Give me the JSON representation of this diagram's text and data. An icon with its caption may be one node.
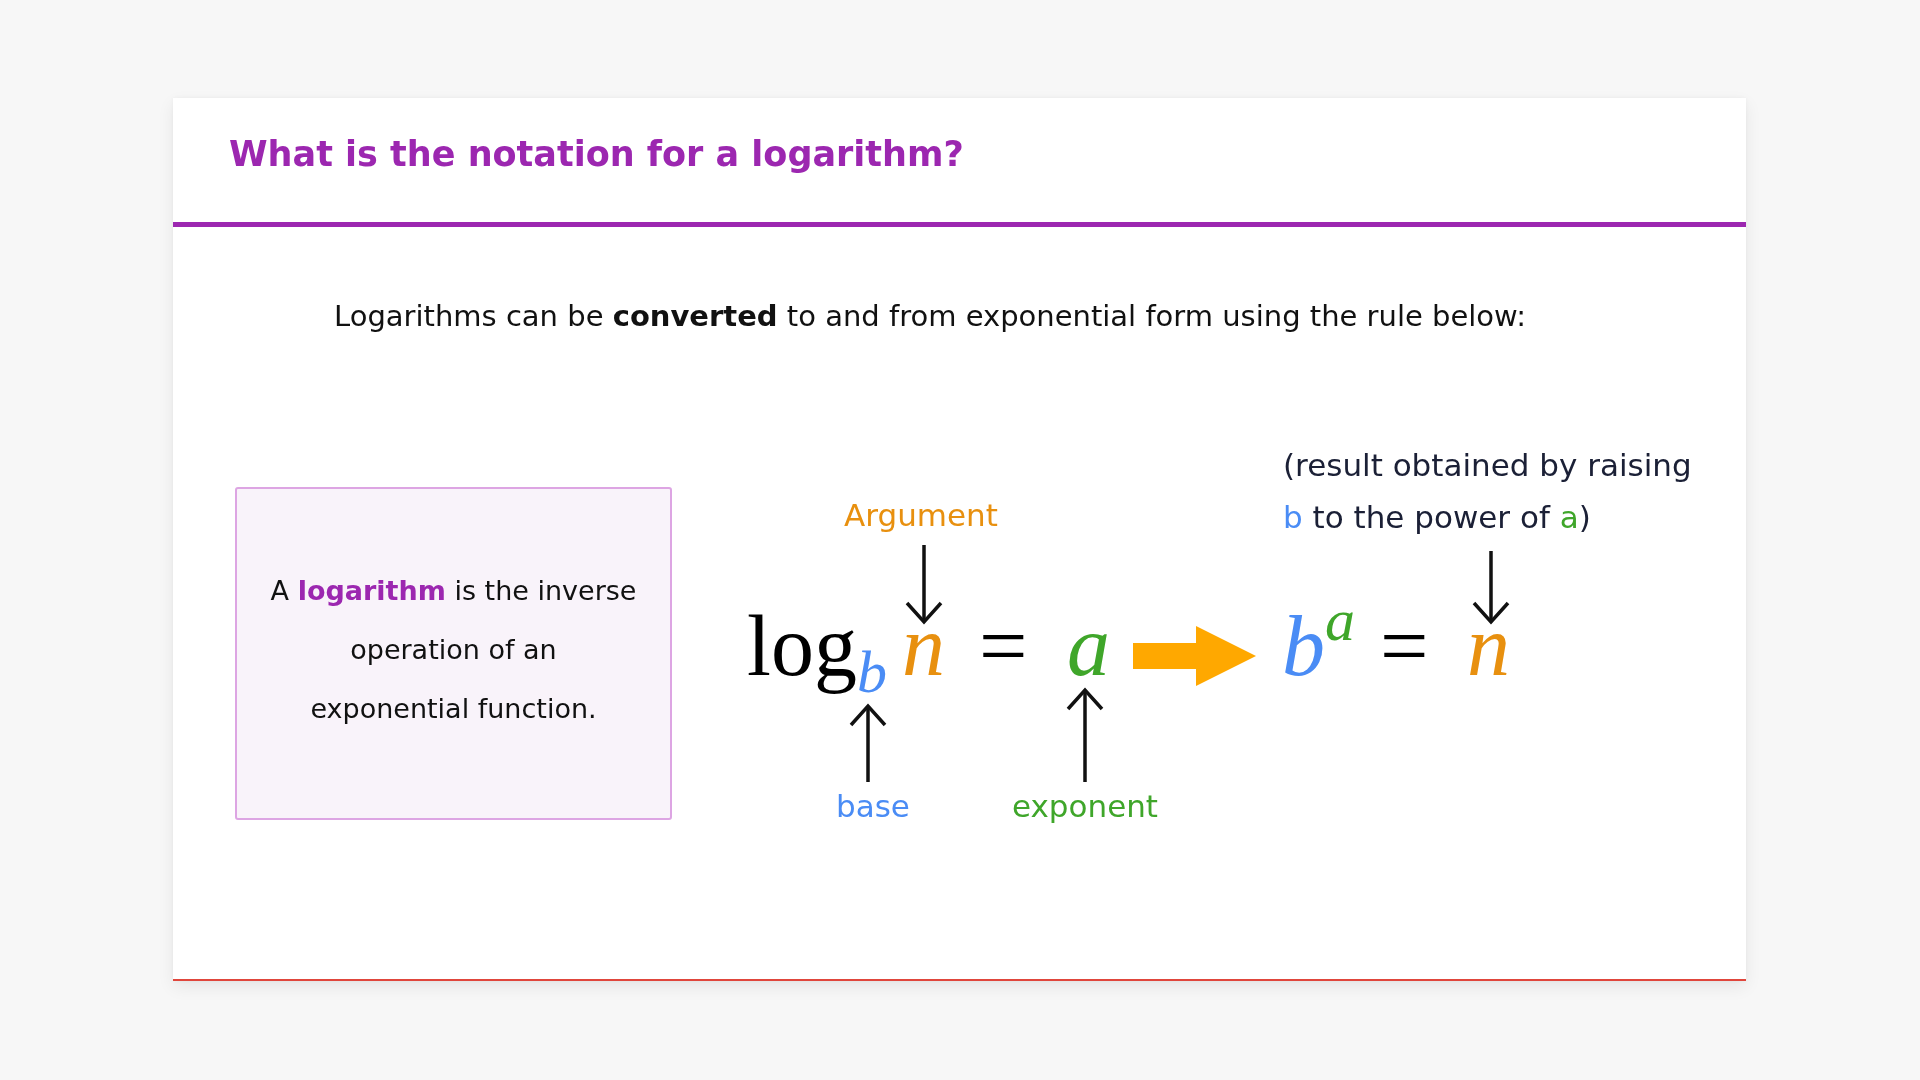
{
  "diagram": {
    "title": "What is the notation for a logarithm?",
    "nodes": [
      {
        "text": [
          "A **logarithm** is the inverse operation of an exponential function."
        ]
      },
      {
        "text": [
          "(result obtained by raising *b* to the power of *a*)"
        ]
      },
      {
        "text": [
          "Argument"
        ]
      },
      {
        "text": [
          "b"
        ]
      },
      {
        "text": [
          "n"
        ]
      },
      {
        "text": [
          "a"
        ]
      },
      {
        "text": [
          "b$^{a}$"
        ]
      },
      {
        "text": [
          "n"
        ]
      },
      {
        "text": [
          "base"
        ]
      },
      {
        "text": [
          "exponent"
        ]
      }
    ],
    "edges": [
      {
        "from": 2,
        "to": 4,
        "arrow": "to"
      },
      {
        "from": 1,
        "to": 7,
        "arrow": "to"
      },
      {
        "from": 5,
        "to": 6,
        "arrow": "to",
        "style": "thick",
        "color": "#ffa800"
      },
      {
        "from": 8,
        "to": 3,
        "arrow": "to"
      },
      {
        "from": 9,
        "to": 5,
        "arrow": "to"
      }
    ],
    "labels": [
      "Logarithms can be **converted** to and from exponential form using the rule below:",
      "log",
      "=",
      "="
    ]
  }
}
